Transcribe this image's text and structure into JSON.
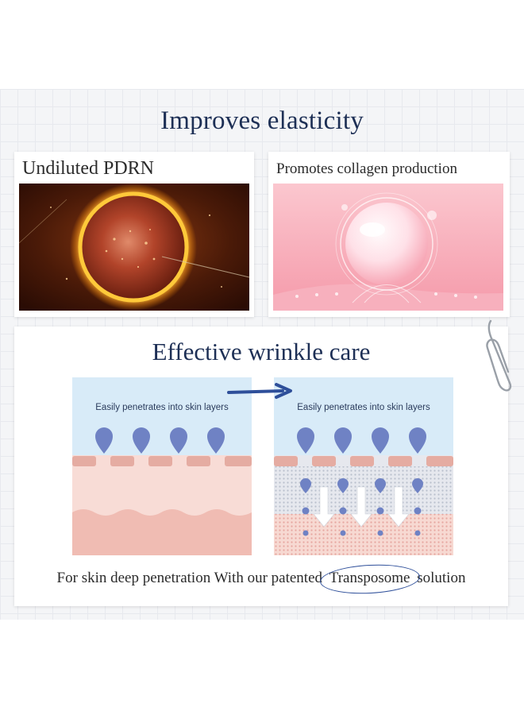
{
  "title": "Improves elasticity",
  "panels": {
    "left": {
      "title": "Undiluted PDRN",
      "image_icon": "pdrn-sphere-image"
    },
    "right": {
      "title": "Promotes collagen production",
      "image_icon": "collagen-bubble-image"
    }
  },
  "wrinkle": {
    "title": "Effective wrinkle care",
    "before_label": "Easily penetrates into skin layers",
    "after_label": "Easily penetrates into skin layers",
    "caption_before": "For skin deep penetration With our patented",
    "caption_highlight": "Transposome",
    "caption_after": "solution"
  },
  "colors": {
    "title_navy": "#1d2f55",
    "drop_blue": "#6f82c4",
    "skin_pink": "#f7d9d2",
    "sky_blue": "#d8ebf8",
    "arrow_blue": "#2e4f9a"
  }
}
